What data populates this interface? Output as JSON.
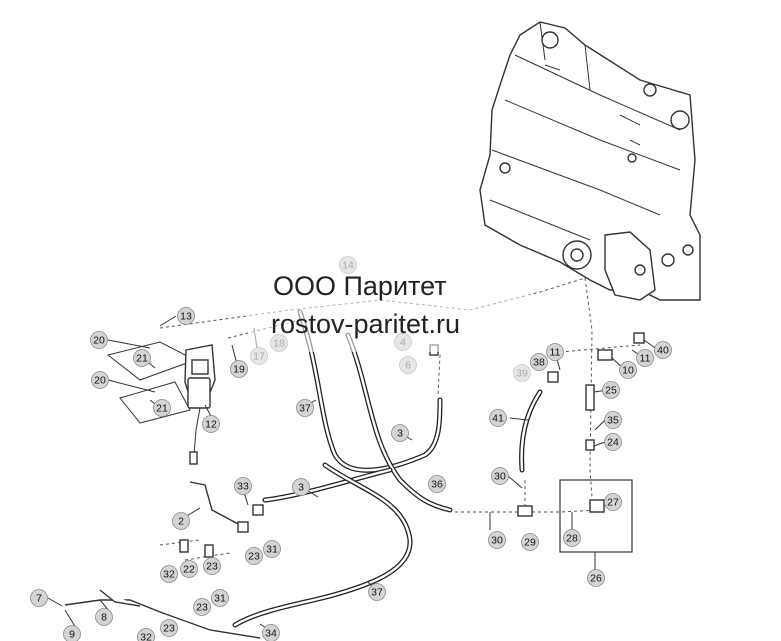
{
  "watermark": {
    "line1": "ООО Паритет",
    "line2": "rostov-paritet.ru"
  },
  "callouts": [
    {
      "label": "13",
      "faded": false
    },
    {
      "label": "20",
      "faded": false
    },
    {
      "label": "21",
      "faded": false
    },
    {
      "label": "20",
      "faded": false
    },
    {
      "label": "21",
      "faded": false
    },
    {
      "label": "12",
      "faded": false
    },
    {
      "label": "19",
      "faded": false
    },
    {
      "label": "17",
      "faded": true
    },
    {
      "label": "18",
      "faded": true
    },
    {
      "label": "14",
      "faded": true
    },
    {
      "label": "4",
      "faded": true
    },
    {
      "label": "6",
      "faded": true
    },
    {
      "label": "37",
      "faded": false
    },
    {
      "label": "3",
      "faded": false
    },
    {
      "label": "3",
      "faded": false
    },
    {
      "label": "36",
      "faded": false
    },
    {
      "label": "33",
      "faded": false
    },
    {
      "label": "2",
      "faded": false
    },
    {
      "label": "23",
      "faded": false
    },
    {
      "label": "31",
      "faded": false
    },
    {
      "label": "32",
      "faded": false
    },
    {
      "label": "22",
      "faded": false
    },
    {
      "label": "23",
      "faded": false
    },
    {
      "label": "23",
      "faded": false
    },
    {
      "label": "31",
      "faded": false
    },
    {
      "label": "7",
      "faded": false
    },
    {
      "label": "8",
      "faded": false
    },
    {
      "label": "9",
      "faded": false
    },
    {
      "label": "23",
      "faded": false
    },
    {
      "label": "32",
      "faded": false
    },
    {
      "label": "34",
      "faded": false
    },
    {
      "label": "37",
      "faded": false
    },
    {
      "label": "38",
      "faded": false
    },
    {
      "label": "39",
      "faded": true
    },
    {
      "label": "11",
      "faded": false
    },
    {
      "label": "10",
      "faded": false
    },
    {
      "label": "11",
      "faded": false
    },
    {
      "label": "40",
      "faded": false
    },
    {
      "label": "25",
      "faded": false
    },
    {
      "label": "35",
      "faded": false
    },
    {
      "label": "24",
      "faded": false
    },
    {
      "label": "41",
      "faded": false
    },
    {
      "label": "30",
      "faded": false
    },
    {
      "label": "30",
      "faded": false
    },
    {
      "label": "29",
      "faded": false
    },
    {
      "label": "28",
      "faded": false
    },
    {
      "label": "27",
      "faded": false
    },
    {
      "label": "26",
      "faded": false
    }
  ]
}
